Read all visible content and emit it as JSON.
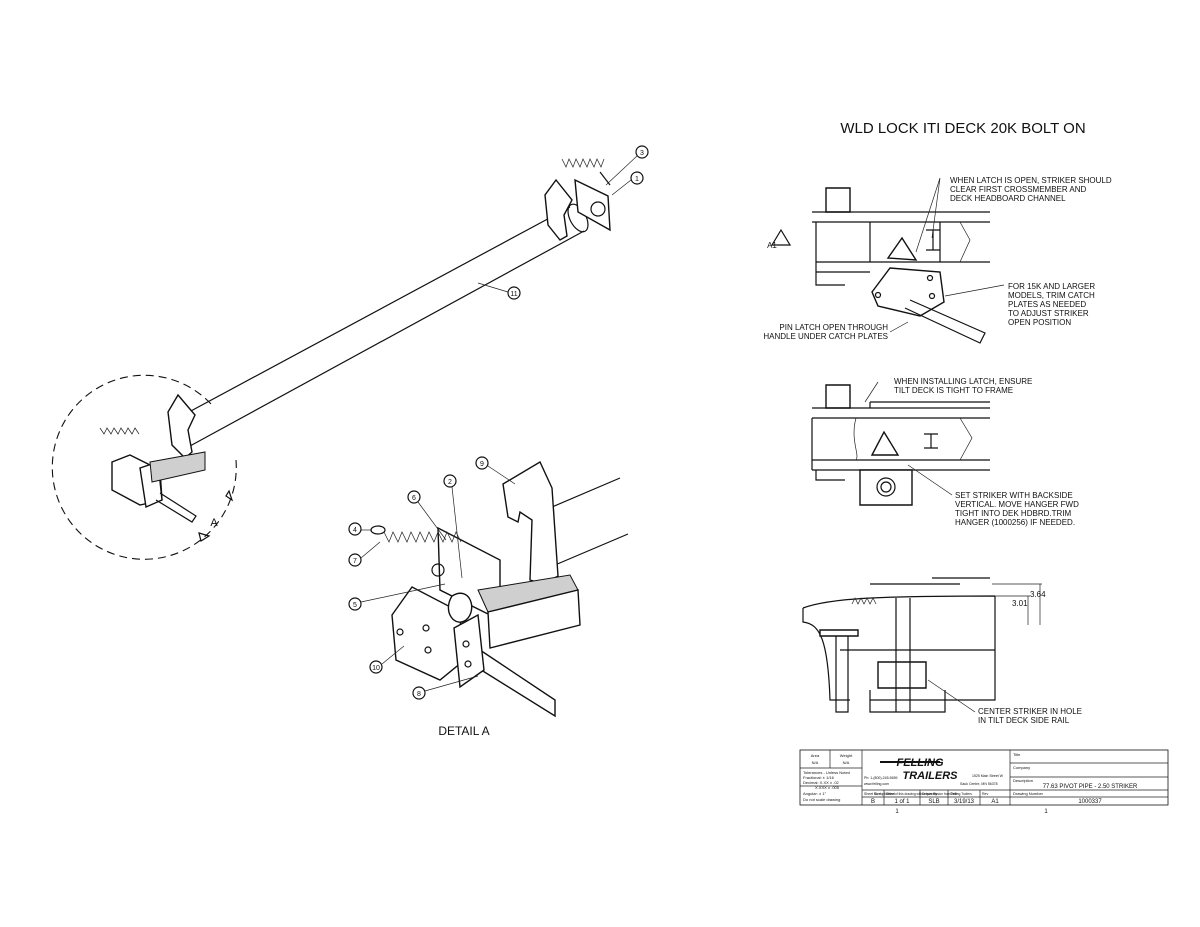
{
  "title": "WLD LOCK ITI DECK 20K BOLT ON",
  "detail_label": "DETAIL  A",
  "detail_callout": "A",
  "view_tag": "A1",
  "balloons": [
    "3",
    "1",
    "11",
    "9",
    "2",
    "6",
    "4",
    "7",
    "5",
    "10",
    "8"
  ],
  "notes": {
    "n1": [
      "WHEN LATCH IS OPEN, STRIKER SHOULD",
      "CLEAR FIRST CROSSMEMBER AND",
      "DECK HEADBOARD CHANNEL"
    ],
    "n2": [
      "FOR 15K AND LARGER",
      "MODELS, TRIM CATCH",
      "PLATES AS NEEDED",
      "TO ADJUST STRIKER",
      "OPEN POSITION"
    ],
    "n3": [
      "PIN LATCH OPEN THROUGH",
      "HANDLE UNDER CATCH PLATES"
    ],
    "n4": [
      "WHEN INSTALLING LATCH, ENSURE",
      "TILT DECK IS TIGHT TO FRAME"
    ],
    "n5": [
      "SET STRIKER WITH BACKSIDE",
      "VERTICAL.  MOVE HANGER FWD",
      "TIGHT INTO DEK HDBRD.TRIM",
      "HANGER (1000256) IF NEEDED."
    ],
    "n6": [
      "CENTER STRIKER IN HOLE",
      "IN TILT DECK SIDE RAIL"
    ]
  },
  "dims": {
    "d1": "3.64",
    "d2": "3.01"
  },
  "title_block": {
    "logo_line1": "FELLING",
    "logo_line2": "TRAILERS",
    "area_h": "Area",
    "weight_h": "Weight",
    "area_v": "N/A",
    "weight_v": "N/A",
    "tol1": "Tolerances - Unless Noted",
    "tol2": "Fractional: ± 1/16",
    "tol3": "Decimal: X.XX ± .02",
    "tol4": "X.XXX ± .005",
    "tol5": "Angular: ± 1°",
    "tol6": "Do not scale drawing",
    "addr1": "Ph: 1-(800)-245-5659",
    "addr2": "1525 Main Street W",
    "addr3": "www.felling.com",
    "addr4": "Sauk Centre, MN 56378",
    "copy": "No duplication of this drawing without permission from Felling Trailers",
    "title_h": "Title",
    "company_h": "Company",
    "desc_h": "Description",
    "desc_v": "77.63 PIVOT PIPE - 2.50 STRIKER",
    "dwg_h": "Drawing Number",
    "dwg_v": "1000337",
    "size_h": "Sheet Size",
    "size_v": "B",
    "sheet_h": "Sheet",
    "sheet_v": "1 of 1",
    "drawn_h": "Drawn By",
    "drawn_v": "SLB",
    "date_h": "Date",
    "date_v": "3/19/13",
    "rev_h": "Rev",
    "rev_v": "A1",
    "mark_a": "1",
    "mark_b": "1"
  }
}
